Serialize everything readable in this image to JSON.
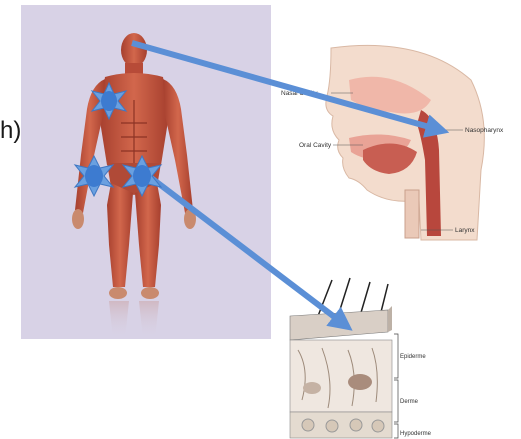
{
  "fragment_text": "h)",
  "head_labels": {
    "nasal_cavity": "Nasal Cavity",
    "nasopharynx": "Nasopharynx",
    "oral_cavity": "Oral Cavity",
    "larynx": "Larynx"
  },
  "skin_labels": {
    "epidermis": "Epiderme",
    "dermis": "Derme",
    "hypodermis": "Hypoderme"
  },
  "colors": {
    "arrow": "#5b8fd6",
    "virus": "#4a86d4",
    "muscle": "#c2553f",
    "panel_background": "#d8d2e6"
  },
  "icons": [
    "virus-icon",
    "arrow-icon"
  ]
}
